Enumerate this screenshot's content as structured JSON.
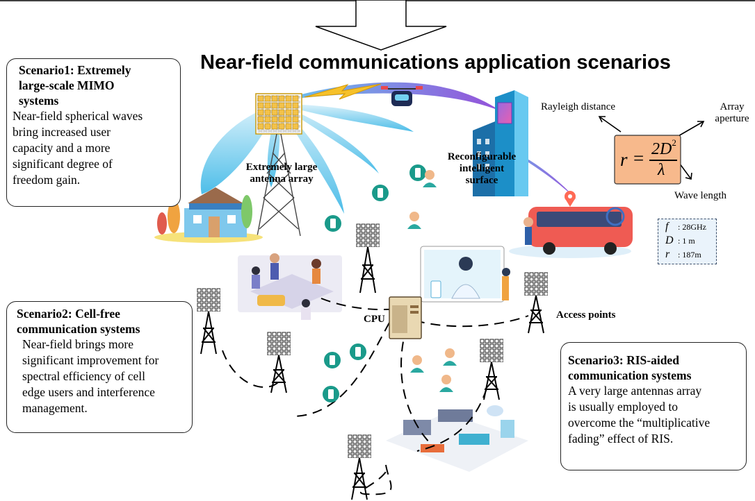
{
  "title": "Near-field communications application scenarios",
  "scenario1": {
    "title_lines": [
      "Scenario1: Extremely",
      "large-scale MIMO",
      "systems"
    ],
    "desc_lines": [
      "Near-field spherical waves",
      "bring increased user",
      "capacity and a more",
      "significant degree of",
      "freedom gain."
    ]
  },
  "scenario2": {
    "title_lines": [
      "Scenario2: Cell-free",
      "communication systems"
    ],
    "desc_lines": [
      "Near-field brings more",
      "significant improvement for",
      "spectral efficiency of cell",
      "edge users and interference",
      "management."
    ]
  },
  "scenario3": {
    "title_lines": [
      "Scenario3: RIS-aided",
      "communication systems"
    ],
    "desc_lines": [
      "A very large antennas array",
      "is usually employed to",
      "overcome the “multiplicative",
      "fading” effect of RIS."
    ]
  },
  "labels": {
    "antenna_array": [
      "Extremely large",
      "antenna array"
    ],
    "ris": [
      "Reconfigurable",
      "intelligent",
      "surface"
    ],
    "cpu": "CPU",
    "access_points": "Access points",
    "rayleigh": "Rayleigh distance",
    "aperture": [
      "Array",
      "aperture"
    ],
    "wavelength": "Wave length"
  },
  "formula": {
    "lhs": "r",
    "eq": "=",
    "num": "2D",
    "exp": "2",
    "den": "λ"
  },
  "params": [
    {
      "sym": "f",
      "value": ": 28GHz"
    },
    {
      "sym": "D",
      "value": ": 1 m"
    },
    {
      "sym": "r",
      "value": ": 187m"
    }
  ],
  "colors": {
    "beam": "#5cc3ea",
    "beam_ris": "#7b4fd0",
    "formula_box": "#f7b98c",
    "params_box": "#eaf3fb",
    "device": "#1a9a8a"
  }
}
